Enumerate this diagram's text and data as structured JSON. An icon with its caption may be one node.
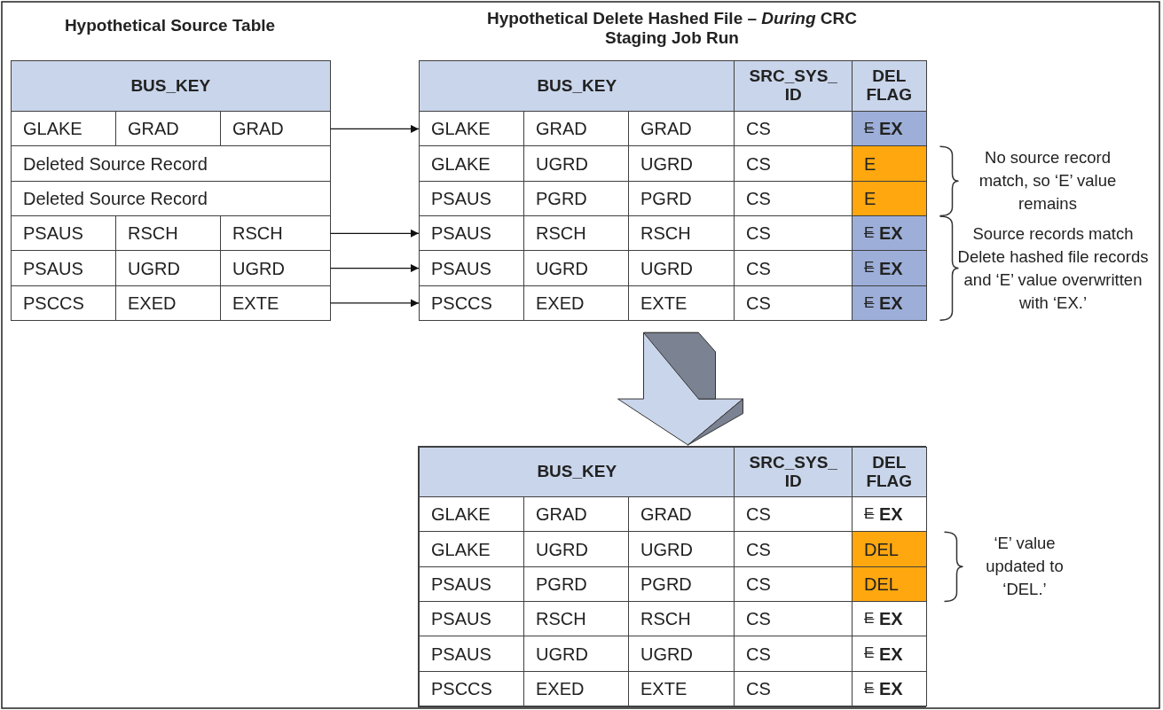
{
  "diagram": {
    "nodes": [
      {
        "text": [
          "Hypothetical Source Table"
        ]
      },
      {
        "text": [
          "BUS_KEY"
        ],
        "in": 0
      },
      {
        "text": [
          "GLAKE",
          "GRAD",
          "GRAD"
        ],
        "in": 0
      },
      {
        "text": [
          "Deleted Source Record"
        ],
        "in": 0
      },
      {
        "text": [
          "Deleted Source Record"
        ],
        "in": 0
      },
      {
        "text": [
          "PSAUS",
          "RSCH",
          "RSCH"
        ],
        "in": 0
      },
      {
        "text": [
          "PSAUS",
          "UGRD",
          "UGRD"
        ],
        "in": 0
      },
      {
        "text": [
          "PSCCS",
          "EXED",
          "EXTE"
        ],
        "in": 0
      },
      {
        "text": [
          "Hypothetical Delete Hashed File – *During* CRC Staging Job Run"
        ]
      },
      {
        "text": [
          "BUS_KEY",
          "SRC_SYS_ ID",
          "DEL FLAG"
        ],
        "in": 8
      },
      {
        "text": [
          "GLAKE",
          "GRAD",
          "GRAD",
          "CS",
          "E",
          "EX"
        ],
        "in": 8
      },
      {
        "text": [
          "GLAKE",
          "UGRD",
          "UGRD",
          "CS",
          "E"
        ],
        "in": 8
      },
      {
        "text": [
          "PSAUS",
          "PGRD",
          "PGRD",
          "CS",
          "E"
        ],
        "in": 8
      },
      {
        "text": [
          "PSAUS",
          "RSCH",
          "RSCH",
          "CS",
          "E",
          "EX"
        ],
        "in": 8
      },
      {
        "text": [
          "PSAUS",
          "UGRD",
          "UGRD",
          "CS",
          "E",
          "EX"
        ],
        "in": 8
      },
      {
        "text": [
          "PSCCS",
          "EXED",
          "EXTE",
          "CS",
          "E",
          "EX"
        ],
        "in": 8
      },
      {
        "text": [],
        "shape": "box"
      },
      {
        "text": [
          "BUS_KEY",
          "SRC_SYS_ ID",
          "DEL FLAG"
        ],
        "in": 16
      },
      {
        "text": [
          "GLAKE",
          "GRAD",
          "GRAD",
          "CS",
          "E",
          "EX"
        ],
        "in": 16
      },
      {
        "text": [
          "GLAKE",
          "UGRD",
          "UGRD",
          "CS",
          "DEL"
        ],
        "in": 16
      },
      {
        "text": [
          "PSAUS",
          "PGRD",
          "PGRD",
          "CS",
          "DEL"
        ],
        "in": 16
      },
      {
        "text": [
          "PSAUS",
          "RSCH",
          "RSCH",
          "CS",
          "E",
          "EX"
        ],
        "in": 16
      },
      {
        "text": [
          "PSAUS",
          "UGRD",
          "UGRD",
          "CS",
          "E",
          "EX"
        ],
        "in": 16
      },
      {
        "text": [
          "PSCCS",
          "EXED",
          "EXTE",
          "CS",
          "E",
          "EX"
        ],
        "in": 16
      }
    ],
    "edges": [
      {
        "from": 2,
        "to": 10,
        "arrow": "to"
      },
      {
        "from": 5,
        "to": 13,
        "arrow": "to"
      },
      {
        "from": 6,
        "to": 14,
        "arrow": "to"
      },
      {
        "from": 7,
        "to": 15,
        "arrow": "to"
      },
      {
        "from": 8,
        "to": 16,
        "arrow": "to",
        "style": "thick"
      }
    ],
    "labels": [
      "No source record match, so ‘E’ value remains",
      "Source records match Delete hashed file records and ‘E’ value overwritten with ‘EX.’",
      "‘E’ value updated to ‘DEL.’"
    ]
  }
}
